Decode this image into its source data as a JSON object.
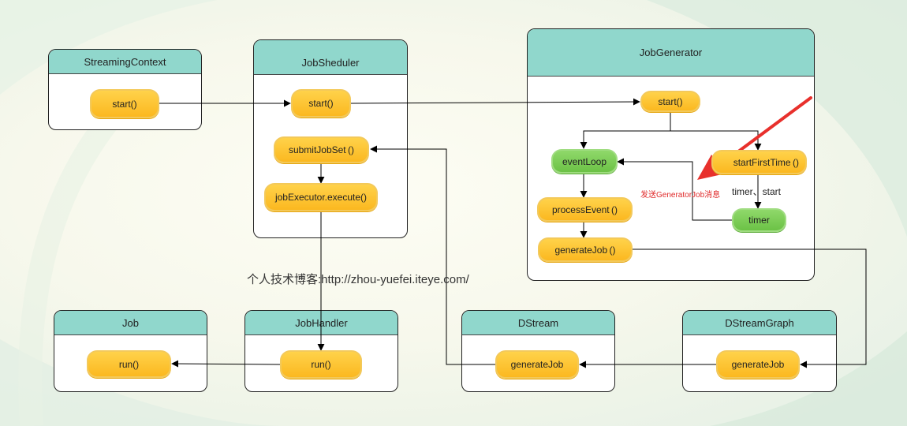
{
  "boxes": {
    "streaming_context": {
      "title": "StreamingContext",
      "start": "start()"
    },
    "job_scheduler": {
      "title": "JobSheduler",
      "start": "start()",
      "submit": "submitJobSet ()",
      "execute": "jobExecutor.execute()"
    },
    "job_generator": {
      "title": "JobGenerator",
      "start": "start()",
      "event_loop": "eventLoop",
      "start_first_time": "startFirstTime ()",
      "process_event": "processEvent ()",
      "generate_job": "generateJob ()",
      "timer": "timer"
    },
    "job": {
      "title": "Job",
      "run": "run()"
    },
    "job_handler": {
      "title": "JobHandler",
      "run": "run()"
    },
    "dstream": {
      "title": "DStream",
      "generate_job": "generateJob"
    },
    "dstream_graph": {
      "title": "DStreamGraph",
      "generate_job": "generateJob"
    }
  },
  "labels": {
    "timer_start": "timer、start",
    "send_message": "发送GeneratorJob消息",
    "watermark": "个人技术博客:http://zhou-yuefei.iteye.com/"
  },
  "colors": {
    "header": "#90d7cc",
    "pill_orange": "#fbb820",
    "pill_green": "#6cc246",
    "red_arrow": "#e8302c"
  }
}
